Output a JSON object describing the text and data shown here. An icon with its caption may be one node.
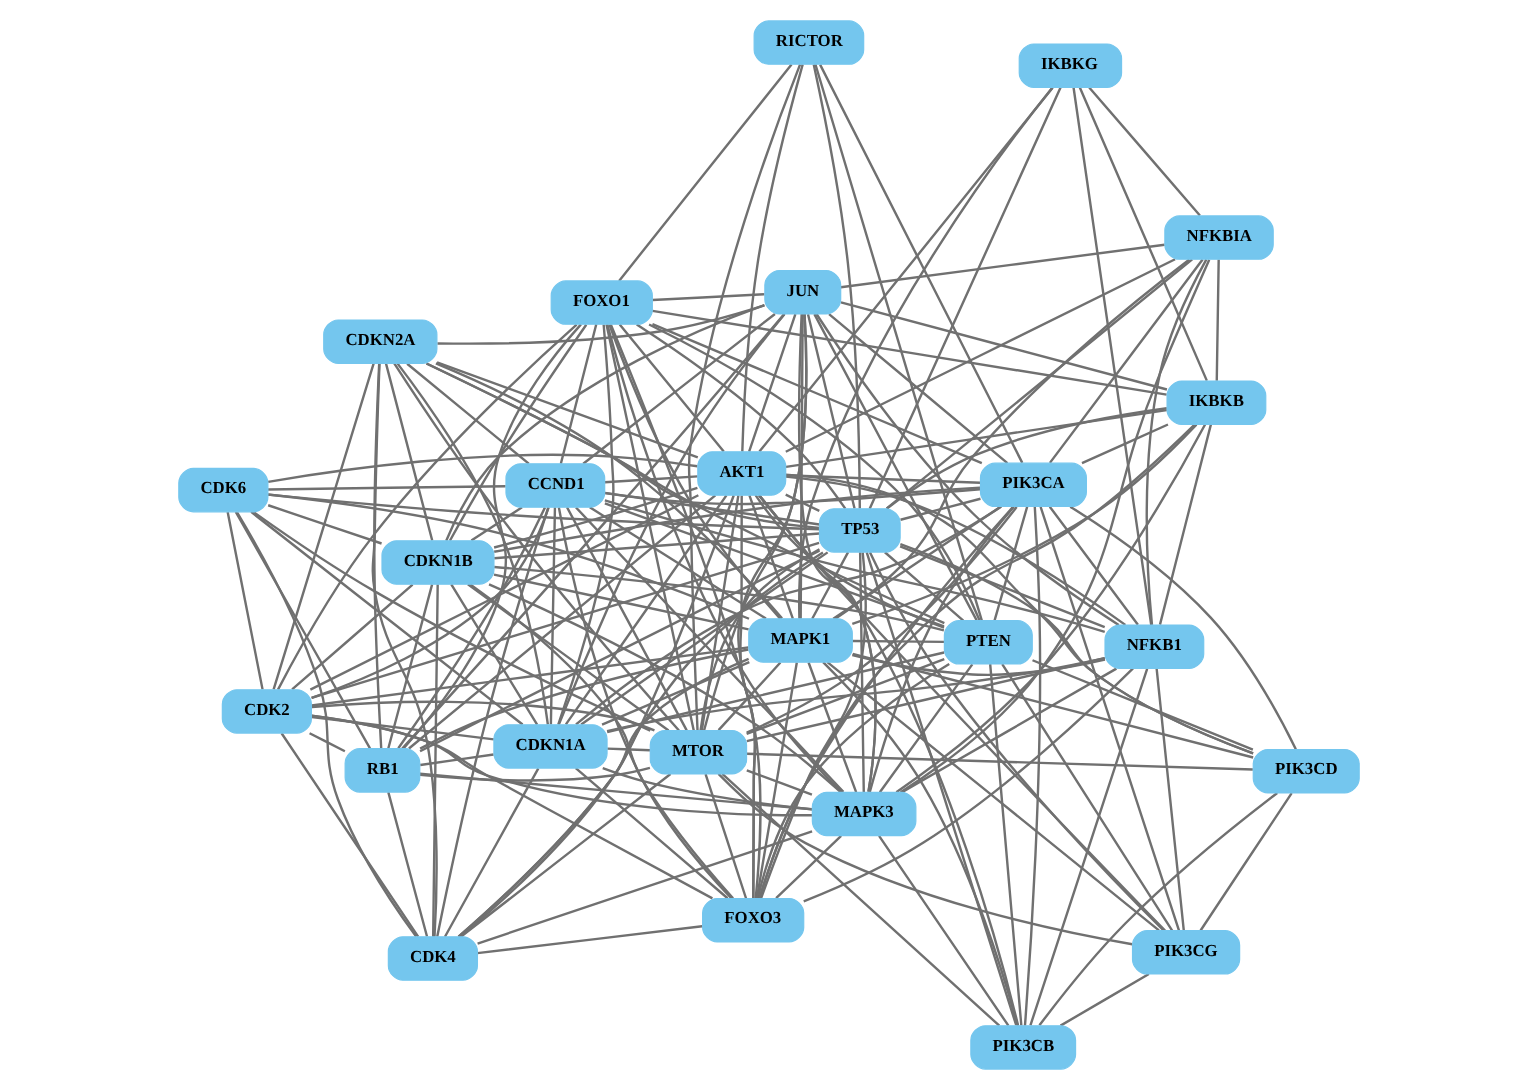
{
  "diagram": {
    "nodes": [
      {
        "text": [
          "CDK6"
        ]
      },
      {
        "text": [
          "FOXO1"
        ]
      },
      {
        "text": [
          "MAPK1"
        ]
      },
      {
        "text": [
          "RICTOR"
        ]
      },
      {
        "text": [
          "CDK4"
        ]
      },
      {
        "text": [
          "IKBKG"
        ]
      },
      {
        "text": [
          "FOXO3"
        ]
      },
      {
        "text": [
          "PTEN"
        ]
      },
      {
        "text": [
          "MAPK3"
        ]
      },
      {
        "text": [
          "TP53"
        ]
      },
      {
        "text": [
          "NFKB1"
        ]
      },
      {
        "text": [
          "PIK3CB"
        ]
      },
      {
        "text": [
          "JUN"
        ]
      },
      {
        "text": [
          "IKBKB"
        ]
      },
      {
        "text": [
          "CCND1"
        ]
      },
      {
        "text": [
          "PIK3CA"
        ]
      },
      {
        "text": [
          "PIK3CG"
        ]
      },
      {
        "text": [
          "CDKN1A"
        ]
      },
      {
        "text": [
          "CDKN1B"
        ]
      },
      {
        "text": [
          "AKT1"
        ]
      },
      {
        "text": [
          "MTOR"
        ]
      },
      {
        "text": [
          "CDK2"
        ]
      },
      {
        "text": [
          "PIK3CD"
        ]
      },
      {
        "text": [
          "CDKN2A"
        ]
      },
      {
        "text": [
          "NFKBIA"
        ]
      },
      {
        "text": [
          "RB1"
        ]
      }
    ],
    "edges": [
      {
        "from": 19,
        "to": 0,
        "arrow": "none"
      },
      {
        "from": 19,
        "to": 1,
        "arrow": "none"
      },
      {
        "from": 19,
        "to": 2,
        "arrow": "none"
      },
      {
        "from": 19,
        "to": 3,
        "arrow": "none"
      },
      {
        "from": 19,
        "to": 4,
        "arrow": "none"
      },
      {
        "from": 19,
        "to": 5,
        "arrow": "none"
      },
      {
        "from": 19,
        "to": 6,
        "arrow": "none"
      },
      {
        "from": 19,
        "to": 7,
        "arrow": "none"
      },
      {
        "from": 19,
        "to": 8,
        "arrow": "none"
      },
      {
        "from": 19,
        "to": 9,
        "arrow": "none"
      },
      {
        "from": 19,
        "to": 10,
        "arrow": "none"
      },
      {
        "from": 19,
        "to": 11,
        "arrow": "none"
      },
      {
        "from": 19,
        "to": 12,
        "arrow": "none"
      },
      {
        "from": 19,
        "to": 13,
        "arrow": "none"
      },
      {
        "from": 19,
        "to": 14,
        "arrow": "none"
      },
      {
        "from": 19,
        "to": 15,
        "arrow": "none"
      },
      {
        "from": 19,
        "to": 16,
        "arrow": "none"
      },
      {
        "from": 19,
        "to": 17,
        "arrow": "none"
      },
      {
        "from": 19,
        "to": 18,
        "arrow": "none"
      },
      {
        "from": 19,
        "to": 20,
        "arrow": "none"
      },
      {
        "from": 19,
        "to": 21,
        "arrow": "none"
      },
      {
        "from": 19,
        "to": 22,
        "arrow": "none"
      },
      {
        "from": 19,
        "to": 23,
        "arrow": "none"
      },
      {
        "from": 19,
        "to": 24,
        "arrow": "none"
      },
      {
        "from": 19,
        "to": 25,
        "arrow": "none"
      },
      {
        "from": 9,
        "to": 0,
        "arrow": "none"
      },
      {
        "from": 9,
        "to": 1,
        "arrow": "none"
      },
      {
        "from": 9,
        "to": 2,
        "arrow": "none"
      },
      {
        "from": 9,
        "to": 3,
        "arrow": "none"
      },
      {
        "from": 9,
        "to": 4,
        "arrow": "none"
      },
      {
        "from": 9,
        "to": 5,
        "arrow": "none"
      },
      {
        "from": 9,
        "to": 6,
        "arrow": "none"
      },
      {
        "from": 9,
        "to": 7,
        "arrow": "none"
      },
      {
        "from": 9,
        "to": 8,
        "arrow": "none"
      },
      {
        "from": 9,
        "to": 10,
        "arrow": "none"
      },
      {
        "from": 9,
        "to": 11,
        "arrow": "none"
      },
      {
        "from": 9,
        "to": 12,
        "arrow": "none"
      },
      {
        "from": 9,
        "to": 13,
        "arrow": "none"
      },
      {
        "from": 9,
        "to": 14,
        "arrow": "none"
      },
      {
        "from": 9,
        "to": 15,
        "arrow": "none"
      },
      {
        "from": 9,
        "to": 16,
        "arrow": "none"
      },
      {
        "from": 9,
        "to": 17,
        "arrow": "none"
      },
      {
        "from": 9,
        "to": 18,
        "arrow": "none"
      },
      {
        "from": 9,
        "to": 20,
        "arrow": "none"
      },
      {
        "from": 9,
        "to": 21,
        "arrow": "none"
      },
      {
        "from": 9,
        "to": 22,
        "arrow": "none"
      },
      {
        "from": 9,
        "to": 23,
        "arrow": "none"
      },
      {
        "from": 9,
        "to": 24,
        "arrow": "none"
      },
      {
        "from": 9,
        "to": 25,
        "arrow": "none"
      },
      {
        "from": 20,
        "to": 0,
        "arrow": "none"
      },
      {
        "from": 20,
        "to": 1,
        "arrow": "none"
      },
      {
        "from": 20,
        "to": 2,
        "arrow": "none"
      },
      {
        "from": 20,
        "to": 3,
        "arrow": "none"
      },
      {
        "from": 20,
        "to": 4,
        "arrow": "none"
      },
      {
        "from": 20,
        "to": 6,
        "arrow": "none"
      },
      {
        "from": 20,
        "to": 7,
        "arrow": "none"
      },
      {
        "from": 20,
        "to": 8,
        "arrow": "none"
      },
      {
        "from": 20,
        "to": 10,
        "arrow": "none"
      },
      {
        "from": 20,
        "to": 11,
        "arrow": "none"
      },
      {
        "from": 20,
        "to": 12,
        "arrow": "none"
      },
      {
        "from": 20,
        "to": 14,
        "arrow": "none"
      },
      {
        "from": 20,
        "to": 15,
        "arrow": "none"
      },
      {
        "from": 20,
        "to": 16,
        "arrow": "none"
      },
      {
        "from": 20,
        "to": 17,
        "arrow": "none"
      },
      {
        "from": 20,
        "to": 18,
        "arrow": "none"
      },
      {
        "from": 20,
        "to": 21,
        "arrow": "none"
      },
      {
        "from": 20,
        "to": 22,
        "arrow": "none"
      },
      {
        "from": 20,
        "to": 23,
        "arrow": "none"
      },
      {
        "from": 20,
        "to": 25,
        "arrow": "none"
      },
      {
        "from": 15,
        "to": 1,
        "arrow": "none"
      },
      {
        "from": 15,
        "to": 2,
        "arrow": "none"
      },
      {
        "from": 15,
        "to": 3,
        "arrow": "none"
      },
      {
        "from": 15,
        "to": 6,
        "arrow": "none"
      },
      {
        "from": 15,
        "to": 7,
        "arrow": "none"
      },
      {
        "from": 15,
        "to": 8,
        "arrow": "none"
      },
      {
        "from": 15,
        "to": 10,
        "arrow": "none"
      },
      {
        "from": 15,
        "to": 11,
        "arrow": "none"
      },
      {
        "from": 15,
        "to": 12,
        "arrow": "none"
      },
      {
        "from": 15,
        "to": 13,
        "arrow": "none"
      },
      {
        "from": 15,
        "to": 14,
        "arrow": "none"
      },
      {
        "from": 15,
        "to": 16,
        "arrow": "none"
      },
      {
        "from": 15,
        "to": 17,
        "arrow": "none"
      },
      {
        "from": 15,
        "to": 18,
        "arrow": "none"
      },
      {
        "from": 15,
        "to": 22,
        "arrow": "none"
      },
      {
        "from": 15,
        "to": 24,
        "arrow": "none"
      },
      {
        "from": 2,
        "to": 0,
        "arrow": "none"
      },
      {
        "from": 2,
        "to": 1,
        "arrow": "none"
      },
      {
        "from": 2,
        "to": 4,
        "arrow": "none"
      },
      {
        "from": 2,
        "to": 5,
        "arrow": "none"
      },
      {
        "from": 2,
        "to": 6,
        "arrow": "none"
      },
      {
        "from": 2,
        "to": 7,
        "arrow": "none"
      },
      {
        "from": 2,
        "to": 8,
        "arrow": "none"
      },
      {
        "from": 2,
        "to": 10,
        "arrow": "none"
      },
      {
        "from": 2,
        "to": 11,
        "arrow": "none"
      },
      {
        "from": 2,
        "to": 12,
        "arrow": "none"
      },
      {
        "from": 2,
        "to": 13,
        "arrow": "none"
      },
      {
        "from": 2,
        "to": 14,
        "arrow": "none"
      },
      {
        "from": 2,
        "to": 16,
        "arrow": "none"
      },
      {
        "from": 2,
        "to": 17,
        "arrow": "none"
      },
      {
        "from": 2,
        "to": 18,
        "arrow": "none"
      },
      {
        "from": 2,
        "to": 21,
        "arrow": "none"
      },
      {
        "from": 2,
        "to": 22,
        "arrow": "none"
      },
      {
        "from": 2,
        "to": 23,
        "arrow": "none"
      },
      {
        "from": 2,
        "to": 24,
        "arrow": "none"
      },
      {
        "from": 2,
        "to": 25,
        "arrow": "none"
      },
      {
        "from": 8,
        "to": 1,
        "arrow": "none"
      },
      {
        "from": 8,
        "to": 4,
        "arrow": "none"
      },
      {
        "from": 8,
        "to": 6,
        "arrow": "none"
      },
      {
        "from": 8,
        "to": 7,
        "arrow": "none"
      },
      {
        "from": 8,
        "to": 10,
        "arrow": "none"
      },
      {
        "from": 8,
        "to": 11,
        "arrow": "none"
      },
      {
        "from": 8,
        "to": 12,
        "arrow": "none"
      },
      {
        "from": 8,
        "to": 13,
        "arrow": "none"
      },
      {
        "from": 8,
        "to": 14,
        "arrow": "none"
      },
      {
        "from": 8,
        "to": 17,
        "arrow": "none"
      },
      {
        "from": 8,
        "to": 18,
        "arrow": "none"
      },
      {
        "from": 8,
        "to": 21,
        "arrow": "none"
      },
      {
        "from": 8,
        "to": 24,
        "arrow": "none"
      },
      {
        "from": 8,
        "to": 25,
        "arrow": "none"
      },
      {
        "from": 7,
        "to": 1,
        "arrow": "none"
      },
      {
        "from": 7,
        "to": 3,
        "arrow": "none"
      },
      {
        "from": 7,
        "to": 6,
        "arrow": "none"
      },
      {
        "from": 7,
        "to": 11,
        "arrow": "none"
      },
      {
        "from": 7,
        "to": 12,
        "arrow": "none"
      },
      {
        "from": 7,
        "to": 14,
        "arrow": "none"
      },
      {
        "from": 7,
        "to": 16,
        "arrow": "none"
      },
      {
        "from": 7,
        "to": 17,
        "arrow": "none"
      },
      {
        "from": 7,
        "to": 18,
        "arrow": "none"
      },
      {
        "from": 7,
        "to": 22,
        "arrow": "none"
      },
      {
        "from": 7,
        "to": 23,
        "arrow": "none"
      },
      {
        "from": 14,
        "to": 0,
        "arrow": "none"
      },
      {
        "from": 14,
        "to": 1,
        "arrow": "none"
      },
      {
        "from": 14,
        "to": 4,
        "arrow": "none"
      },
      {
        "from": 14,
        "to": 6,
        "arrow": "none"
      },
      {
        "from": 14,
        "to": 10,
        "arrow": "none"
      },
      {
        "from": 14,
        "to": 12,
        "arrow": "none"
      },
      {
        "from": 14,
        "to": 17,
        "arrow": "none"
      },
      {
        "from": 14,
        "to": 18,
        "arrow": "none"
      },
      {
        "from": 14,
        "to": 21,
        "arrow": "none"
      },
      {
        "from": 14,
        "to": 23,
        "arrow": "none"
      },
      {
        "from": 14,
        "to": 25,
        "arrow": "none"
      },
      {
        "from": 17,
        "to": 0,
        "arrow": "none"
      },
      {
        "from": 17,
        "to": 1,
        "arrow": "none"
      },
      {
        "from": 17,
        "to": 4,
        "arrow": "none"
      },
      {
        "from": 17,
        "to": 6,
        "arrow": "none"
      },
      {
        "from": 17,
        "to": 10,
        "arrow": "none"
      },
      {
        "from": 17,
        "to": 12,
        "arrow": "none"
      },
      {
        "from": 17,
        "to": 18,
        "arrow": "none"
      },
      {
        "from": 17,
        "to": 21,
        "arrow": "none"
      },
      {
        "from": 17,
        "to": 23,
        "arrow": "none"
      },
      {
        "from": 17,
        "to": 25,
        "arrow": "none"
      },
      {
        "from": 12,
        "to": 1,
        "arrow": "none"
      },
      {
        "from": 12,
        "to": 6,
        "arrow": "none"
      },
      {
        "from": 12,
        "to": 10,
        "arrow": "none"
      },
      {
        "from": 12,
        "to": 13,
        "arrow": "none"
      },
      {
        "from": 12,
        "to": 18,
        "arrow": "none"
      },
      {
        "from": 12,
        "to": 23,
        "arrow": "none"
      },
      {
        "from": 12,
        "to": 24,
        "arrow": "none"
      },
      {
        "from": 12,
        "to": 25,
        "arrow": "none"
      },
      {
        "from": 4,
        "to": 0,
        "arrow": "none"
      },
      {
        "from": 4,
        "to": 6,
        "arrow": "none"
      },
      {
        "from": 4,
        "to": 18,
        "arrow": "none"
      },
      {
        "from": 4,
        "to": 21,
        "arrow": "none"
      },
      {
        "from": 4,
        "to": 23,
        "arrow": "none"
      },
      {
        "from": 4,
        "to": 25,
        "arrow": "none"
      },
      {
        "from": 21,
        "to": 0,
        "arrow": "none"
      },
      {
        "from": 21,
        "to": 1,
        "arrow": "none"
      },
      {
        "from": 21,
        "to": 6,
        "arrow": "none"
      },
      {
        "from": 21,
        "to": 18,
        "arrow": "none"
      },
      {
        "from": 21,
        "to": 23,
        "arrow": "none"
      },
      {
        "from": 21,
        "to": 25,
        "arrow": "none"
      },
      {
        "from": 18,
        "to": 0,
        "arrow": "none"
      },
      {
        "from": 18,
        "to": 1,
        "arrow": "none"
      },
      {
        "from": 18,
        "to": 6,
        "arrow": "none"
      },
      {
        "from": 18,
        "to": 23,
        "arrow": "none"
      },
      {
        "from": 18,
        "to": 25,
        "arrow": "none"
      },
      {
        "from": 10,
        "to": 5,
        "arrow": "none"
      },
      {
        "from": 10,
        "to": 6,
        "arrow": "none"
      },
      {
        "from": 10,
        "to": 11,
        "arrow": "none"
      },
      {
        "from": 10,
        "to": 13,
        "arrow": "none"
      },
      {
        "from": 10,
        "to": 16,
        "arrow": "none"
      },
      {
        "from": 10,
        "to": 24,
        "arrow": "none"
      },
      {
        "from": 13,
        "to": 1,
        "arrow": "none"
      },
      {
        "from": 13,
        "to": 5,
        "arrow": "none"
      },
      {
        "from": 13,
        "to": 6,
        "arrow": "none"
      },
      {
        "from": 13,
        "to": 24,
        "arrow": "none"
      },
      {
        "from": 1,
        "to": 3,
        "arrow": "none"
      },
      {
        "from": 1,
        "to": 6,
        "arrow": "none"
      },
      {
        "from": 1,
        "to": 25,
        "arrow": "none"
      },
      {
        "from": 11,
        "to": 16,
        "arrow": "none"
      },
      {
        "from": 11,
        "to": 22,
        "arrow": "none"
      },
      {
        "from": 16,
        "to": 22,
        "arrow": "none"
      },
      {
        "from": 25,
        "to": 0,
        "arrow": "none"
      },
      {
        "from": 25,
        "to": 23,
        "arrow": "none"
      },
      {
        "from": 5,
        "to": 24,
        "arrow": "none"
      }
    ]
  }
}
